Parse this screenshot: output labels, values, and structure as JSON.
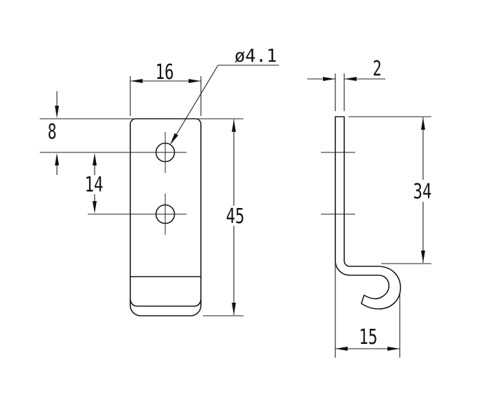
{
  "drawing": {
    "background_color": "#ffffff",
    "line_color": "#161616",
    "views": {
      "front": {
        "label": "front-view-of-bracket"
      },
      "side": {
        "label": "side-view-of-hook-profile"
      }
    },
    "dimensions": {
      "front_width": "16",
      "hole_diameter": "ø4.1",
      "edge_to_first_hole": "8",
      "hole_spacing": "14",
      "front_height": "45",
      "material_thickness": "2",
      "flat_height": "34",
      "hook_depth": "15"
    }
  }
}
